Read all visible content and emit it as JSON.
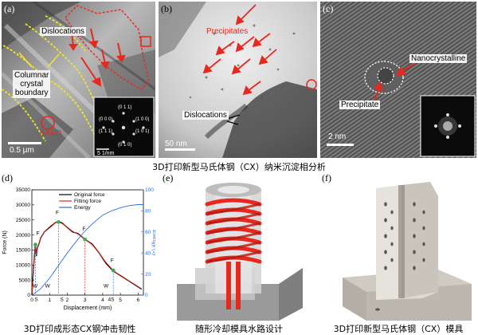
{
  "panel_a": {
    "label": "(a)",
    "dislocations": "Dislocations",
    "boundary_l1": "Columnar",
    "boundary_l2": "crystal",
    "boundary_l3": "boundary",
    "saed": "SAED",
    "scale": "0.5 μm",
    "inset_scale": "5 1/nm",
    "spots": [
      "(0 1 1)",
      "(0 0 0)",
      "(1 0 0)",
      "(1 0 1)",
      "(1 1 1)",
      "(0 1 0)"
    ]
  },
  "panel_b": {
    "label": "(b)",
    "precipitates": "Precipitates",
    "dislocations": "Dislocations",
    "scale": "50 nm"
  },
  "panel_c": {
    "label": "(c)",
    "nanocrystalline": "Nanocrystalline",
    "precipitate": "Precipitate",
    "scale": "2 nm"
  },
  "caption_top": "3D打印新型马氏体钢（CX）纳米沉淀相分析",
  "panel_d": {
    "label": "(d)",
    "caption": "3D打印成形态CX钢冲击韧性",
    "legend": [
      "Original force",
      "Fitting force",
      "Energy"
    ],
    "legend_colors": [
      "#000000",
      "#e8281f",
      "#2b6fd6"
    ],
    "ylabel_left": "Force (N)",
    "ylabel_right": "Energy (J)",
    "xlabel": "Displacement (mm)",
    "y_ticks": [
      "0",
      "5000",
      "10000",
      "15000",
      "20000",
      "25000",
      "30000",
      "35000"
    ],
    "y2_ticks": [
      "0",
      "20",
      "40",
      "60",
      "80",
      "100"
    ],
    "x_ticks": [
      "0",
      "1",
      "2",
      "3",
      "4",
      "5",
      "6"
    ],
    "annotations": {
      "fgy": "F",
      "fm": "F",
      "fiu": "F",
      "fa": "F",
      "w1": "W",
      "wm": "W",
      "wp": "W",
      "s0": "S",
      "sm": "S",
      "sa": "4S"
    }
  },
  "panel_e": {
    "label": "(e)",
    "caption": "随形冷却模具水路设计"
  },
  "panel_f": {
    "label": "(f)",
    "caption": "3D打印新型马氏体钢（CX）模具"
  },
  "chart_data": {
    "type": "line",
    "title": "",
    "xlabel": "Displacement (mm)",
    "ylabel": "Force (N)",
    "y2label": "Energy (J)",
    "xlim": [
      0,
      6.3
    ],
    "ylim": [
      0,
      35000
    ],
    "y2lim": [
      0,
      100
    ],
    "series": [
      {
        "name": "Original force",
        "axis": "left",
        "x": [
          0,
          0.1,
          0.2,
          0.25,
          0.3,
          0.4,
          0.5,
          0.7,
          0.9,
          1.1,
          1.3,
          1.5,
          1.7,
          2.0,
          2.3,
          2.6,
          3.0,
          3.4,
          3.8,
          4.2,
          4.6,
          5.0,
          5.4,
          5.8,
          6.2
        ],
        "y": [
          0,
          9500,
          17000,
          13000,
          15500,
          17000,
          19000,
          21000,
          22000,
          23000,
          24000,
          24500,
          24000,
          22500,
          21000,
          20500,
          18500,
          17000,
          14000,
          10500,
          8000,
          6500,
          5000,
          3500,
          2000
        ]
      },
      {
        "name": "Fitting force",
        "axis": "left",
        "x": [
          0,
          0.1,
          0.2,
          0.25,
          0.3,
          0.4,
          0.5,
          0.7,
          0.9,
          1.1,
          1.3,
          1.5,
          1.7,
          2.0,
          2.3,
          2.6,
          3.0,
          3.4,
          3.8,
          4.2,
          4.6,
          5.0,
          5.4,
          5.8,
          6.2
        ],
        "y": [
          0,
          9300,
          16800,
          13200,
          15300,
          16900,
          19000,
          21000,
          22200,
          23200,
          24000,
          24300,
          23800,
          22600,
          21200,
          20300,
          18500,
          16800,
          14000,
          10800,
          8200,
          6400,
          5000,
          3600,
          2100
        ]
      },
      {
        "name": "Energy",
        "axis": "right",
        "x": [
          0,
          0.5,
          1,
          1.5,
          2,
          2.5,
          3,
          3.5,
          4,
          4.5,
          5,
          5.5,
          6,
          6.3
        ],
        "y": [
          0,
          6,
          16,
          28,
          40,
          51,
          61,
          69,
          76,
          80,
          83,
          85,
          86,
          86
        ]
      }
    ]
  }
}
